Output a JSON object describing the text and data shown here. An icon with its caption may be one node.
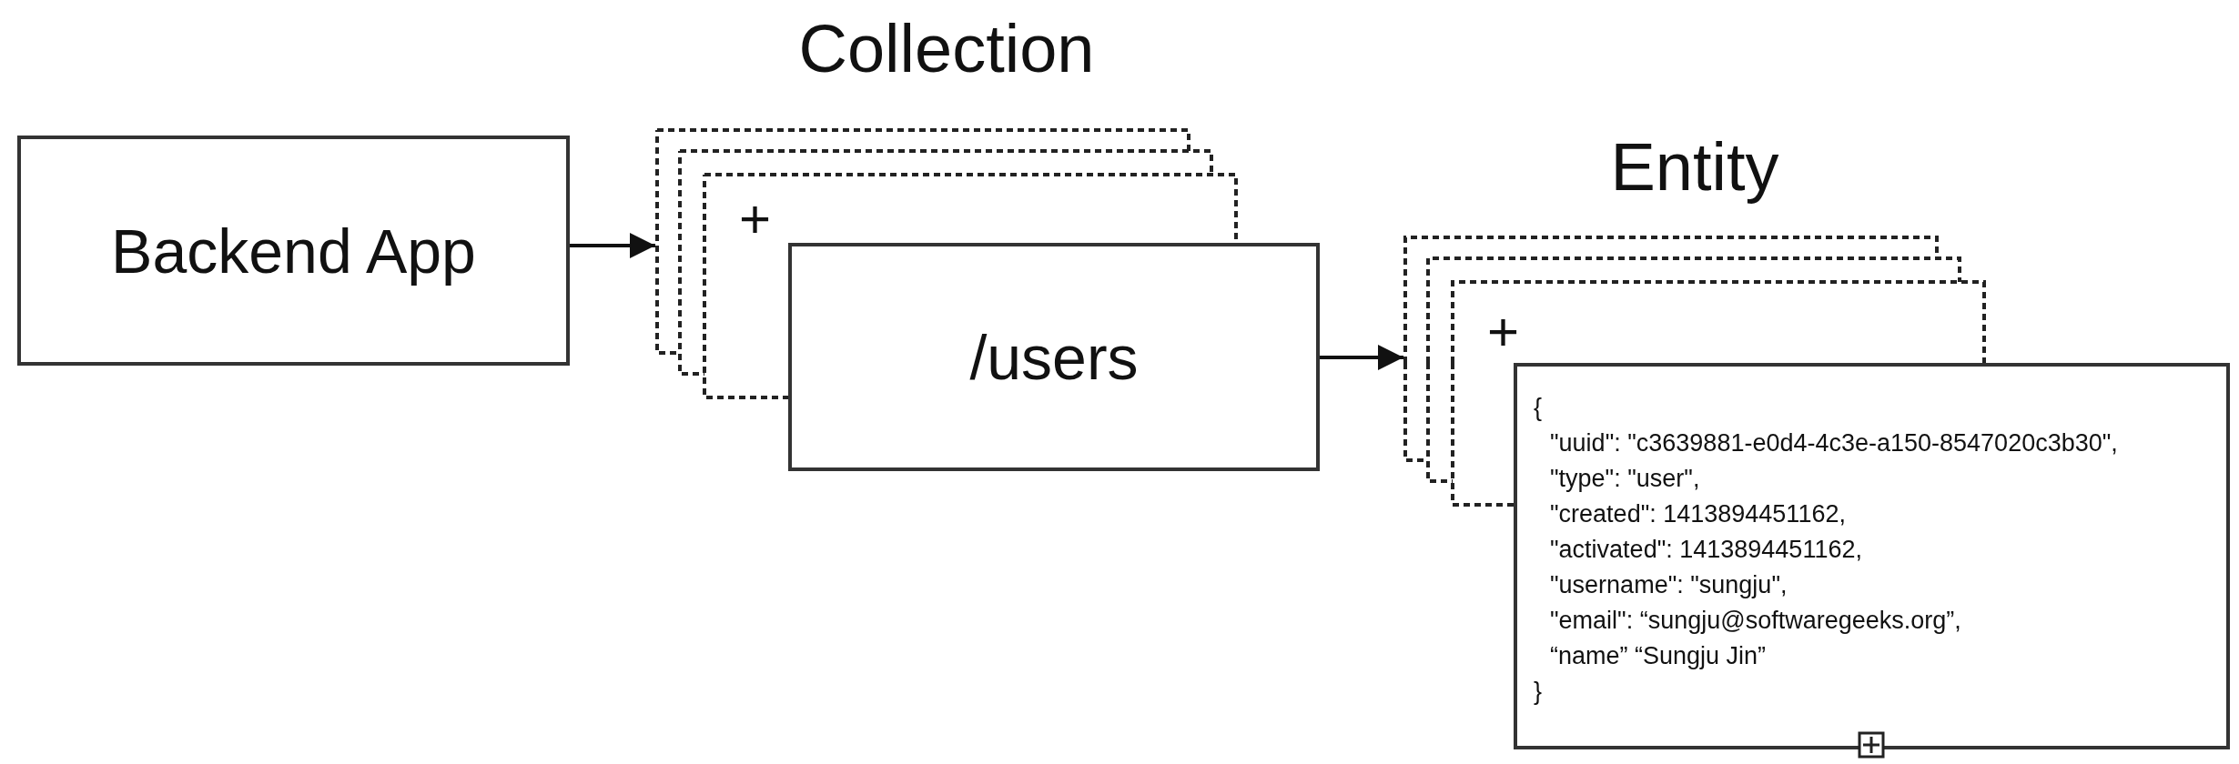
{
  "diagram": {
    "nodes": [
      {
        "text": [
          "Backend App"
        ]
      },
      {
        "text": [
          "Collection",
          "+"
        ]
      },
      {
        "text": [
          "/users"
        ]
      },
      {
        "text": [
          "Entity",
          "+"
        ]
      },
      {
        "text": [
          "{",
          "\"uuid\": \"c3639881-e0d4-4c3e-a150-8547020c3b30\",",
          "\"type\": \"user\",",
          "\"created\": 1413894451162,",
          "\"activated\": 1413894451162,",
          "\"username\": \"sungju\",",
          "\"email\": “sungju@softwaregeeks.org”,",
          "“name” “Sungju Jin”",
          "}"
        ]
      }
    ],
    "edges": [
      {
        "from": 0,
        "to": 1,
        "arrow": "to"
      },
      {
        "from": 2,
        "to": 3,
        "arrow": "to"
      }
    ]
  }
}
